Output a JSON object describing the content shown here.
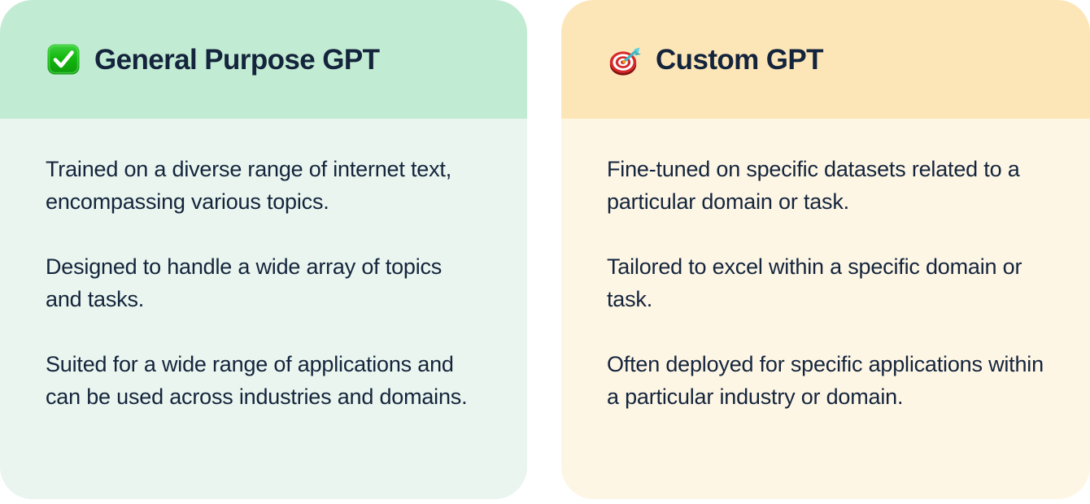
{
  "page": {
    "background": "#FFFFFF",
    "text_color": "#14243C",
    "layout": "two-column-comparison-cards"
  },
  "cards": [
    {
      "id": "general-purpose-gpt",
      "icon_name": "white-check-mark-emoji",
      "icon_glyph": "✅",
      "title": "General Purpose GPT",
      "header_color": "#C2EBD3",
      "body_color": "#E9F5EE",
      "paragraphs": [
        "Trained on a diverse range of internet text, encompassing various topics.",
        "Designed to handle a wide array of topics and tasks.",
        "Suited for a wide range of applications and can be used across industries and domains."
      ]
    },
    {
      "id": "custom-gpt",
      "icon_name": "direct-hit-dart-emoji",
      "icon_glyph": "🎯",
      "title": "Custom GPT",
      "header_color": "#FCE6B8",
      "body_color": "#FDF6E5",
      "paragraphs": [
        "Fine-tuned on specific datasets related to a particular domain or task.",
        "Tailored to excel within a specific domain or task.",
        "Often deployed for specific applications within a particular industry or domain."
      ]
    }
  ]
}
